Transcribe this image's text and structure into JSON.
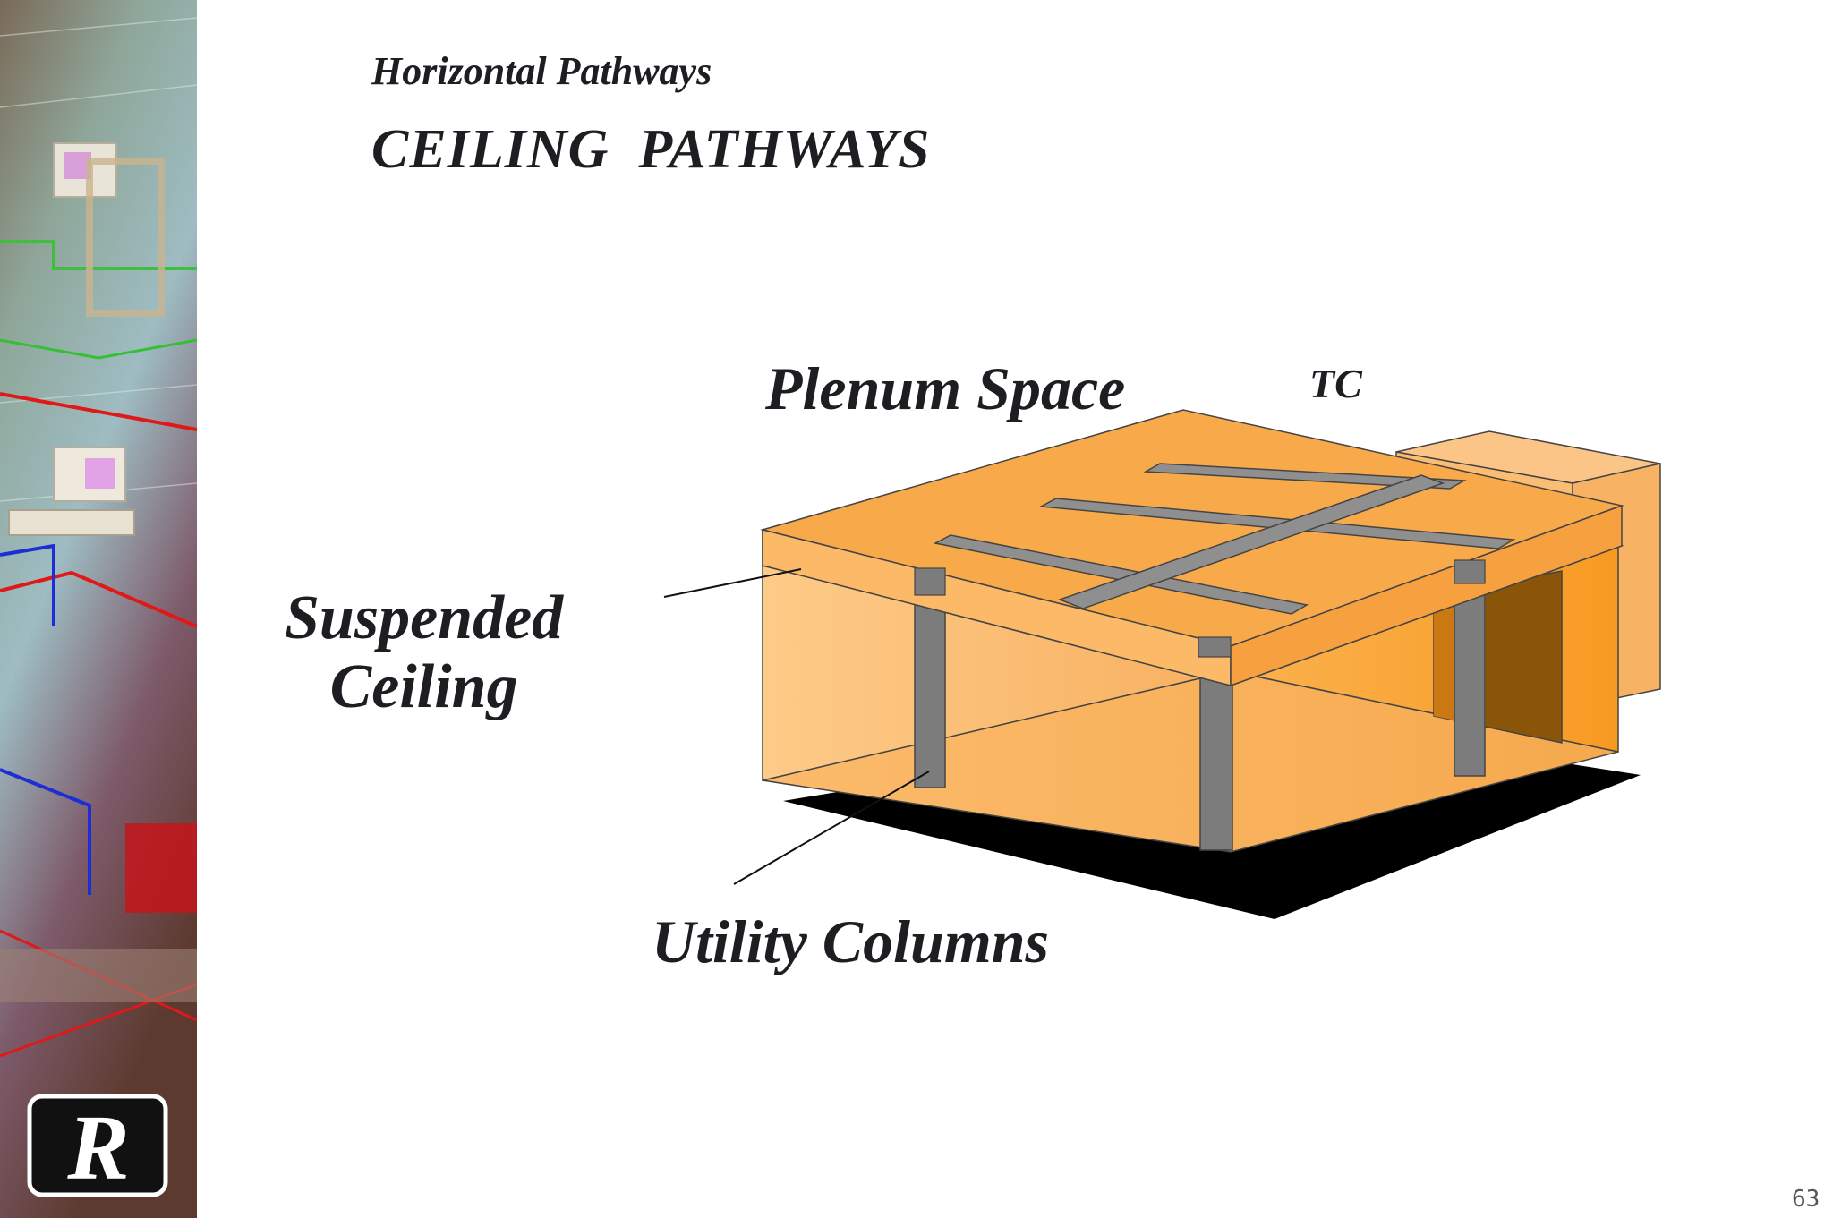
{
  "slide": {
    "subtitle": "Horizontal Pathways",
    "title": "CEILING  PATHWAYS",
    "page_number": "63"
  },
  "labels": {
    "plenum_space": "Plenum Space",
    "tc": "TC",
    "suspended_line1": "Suspended",
    "suspended_line2": "Ceiling",
    "utility_columns": "Utility Columns"
  },
  "colors": {
    "box_orange": "#f7a94c",
    "box_light": "#fdc98a",
    "tray_gray": "#8c8c8c",
    "column_gray": "#7c7c7c",
    "floor_shadow": "#000000",
    "text_dark": "#1d1d22"
  },
  "logo": {
    "letter": "R"
  }
}
